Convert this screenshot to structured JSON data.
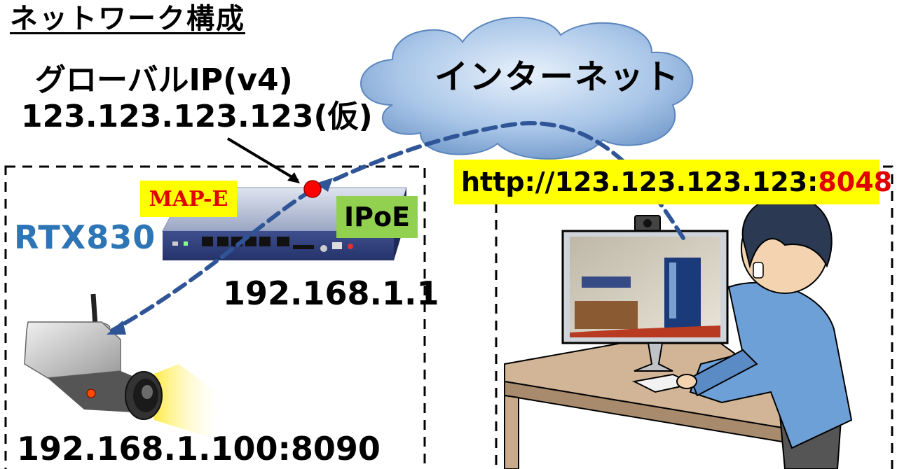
{
  "title": "ネットワーク構成",
  "global_ip": {
    "label": "グローバルIP(v4)",
    "address": "123.123.123.123(仮)"
  },
  "internet_label": "インターネット",
  "router": {
    "model": "RTX830",
    "connection_method": "MAP-E",
    "connection_type": "IPoE",
    "lan_ip": "192.168.1.1"
  },
  "camera": {
    "address": "192.168.1.100:8090"
  },
  "remote_access": {
    "url_prefix": "http://123.123.123.123:",
    "url_port": "8048"
  },
  "colors": {
    "path_blue": "#2f5597",
    "marker_red": "#ff0000",
    "label_yellow": "#ffff00",
    "label_green": "#92d050",
    "rtx_blue": "#2e75b6"
  }
}
